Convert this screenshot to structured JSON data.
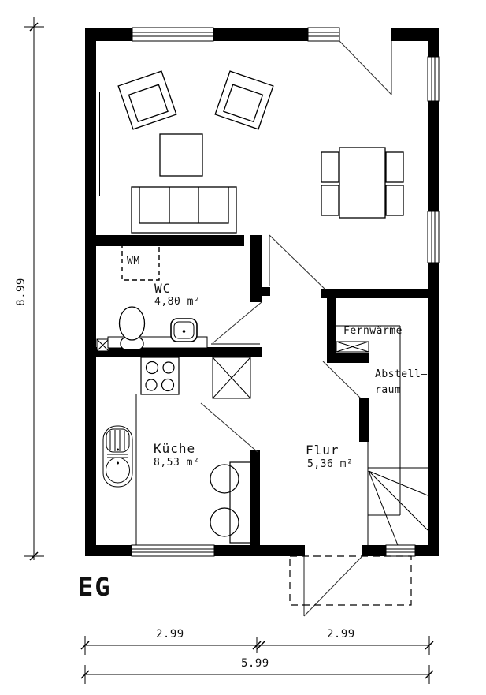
{
  "labels": {
    "floor": "EG",
    "washing_machine": "WM",
    "fernwaerme": "Fernwärme",
    "abstellraum_line1": "Abstell–",
    "abstellraum_line2": "raum"
  },
  "rooms": {
    "wc": {
      "name": "WC",
      "area": "4,80 m²"
    },
    "kueche": {
      "name": "Küche",
      "area": "8,53 m²"
    },
    "flur": {
      "name": "Flur",
      "area": "5,36 m²"
    }
  },
  "dimensions": {
    "total_height": "8.99",
    "bottom_left": "2.99",
    "bottom_right": "2.99",
    "bottom_total": "5.99"
  },
  "colors": {
    "line": "#000000",
    "background": "#ffffff"
  }
}
